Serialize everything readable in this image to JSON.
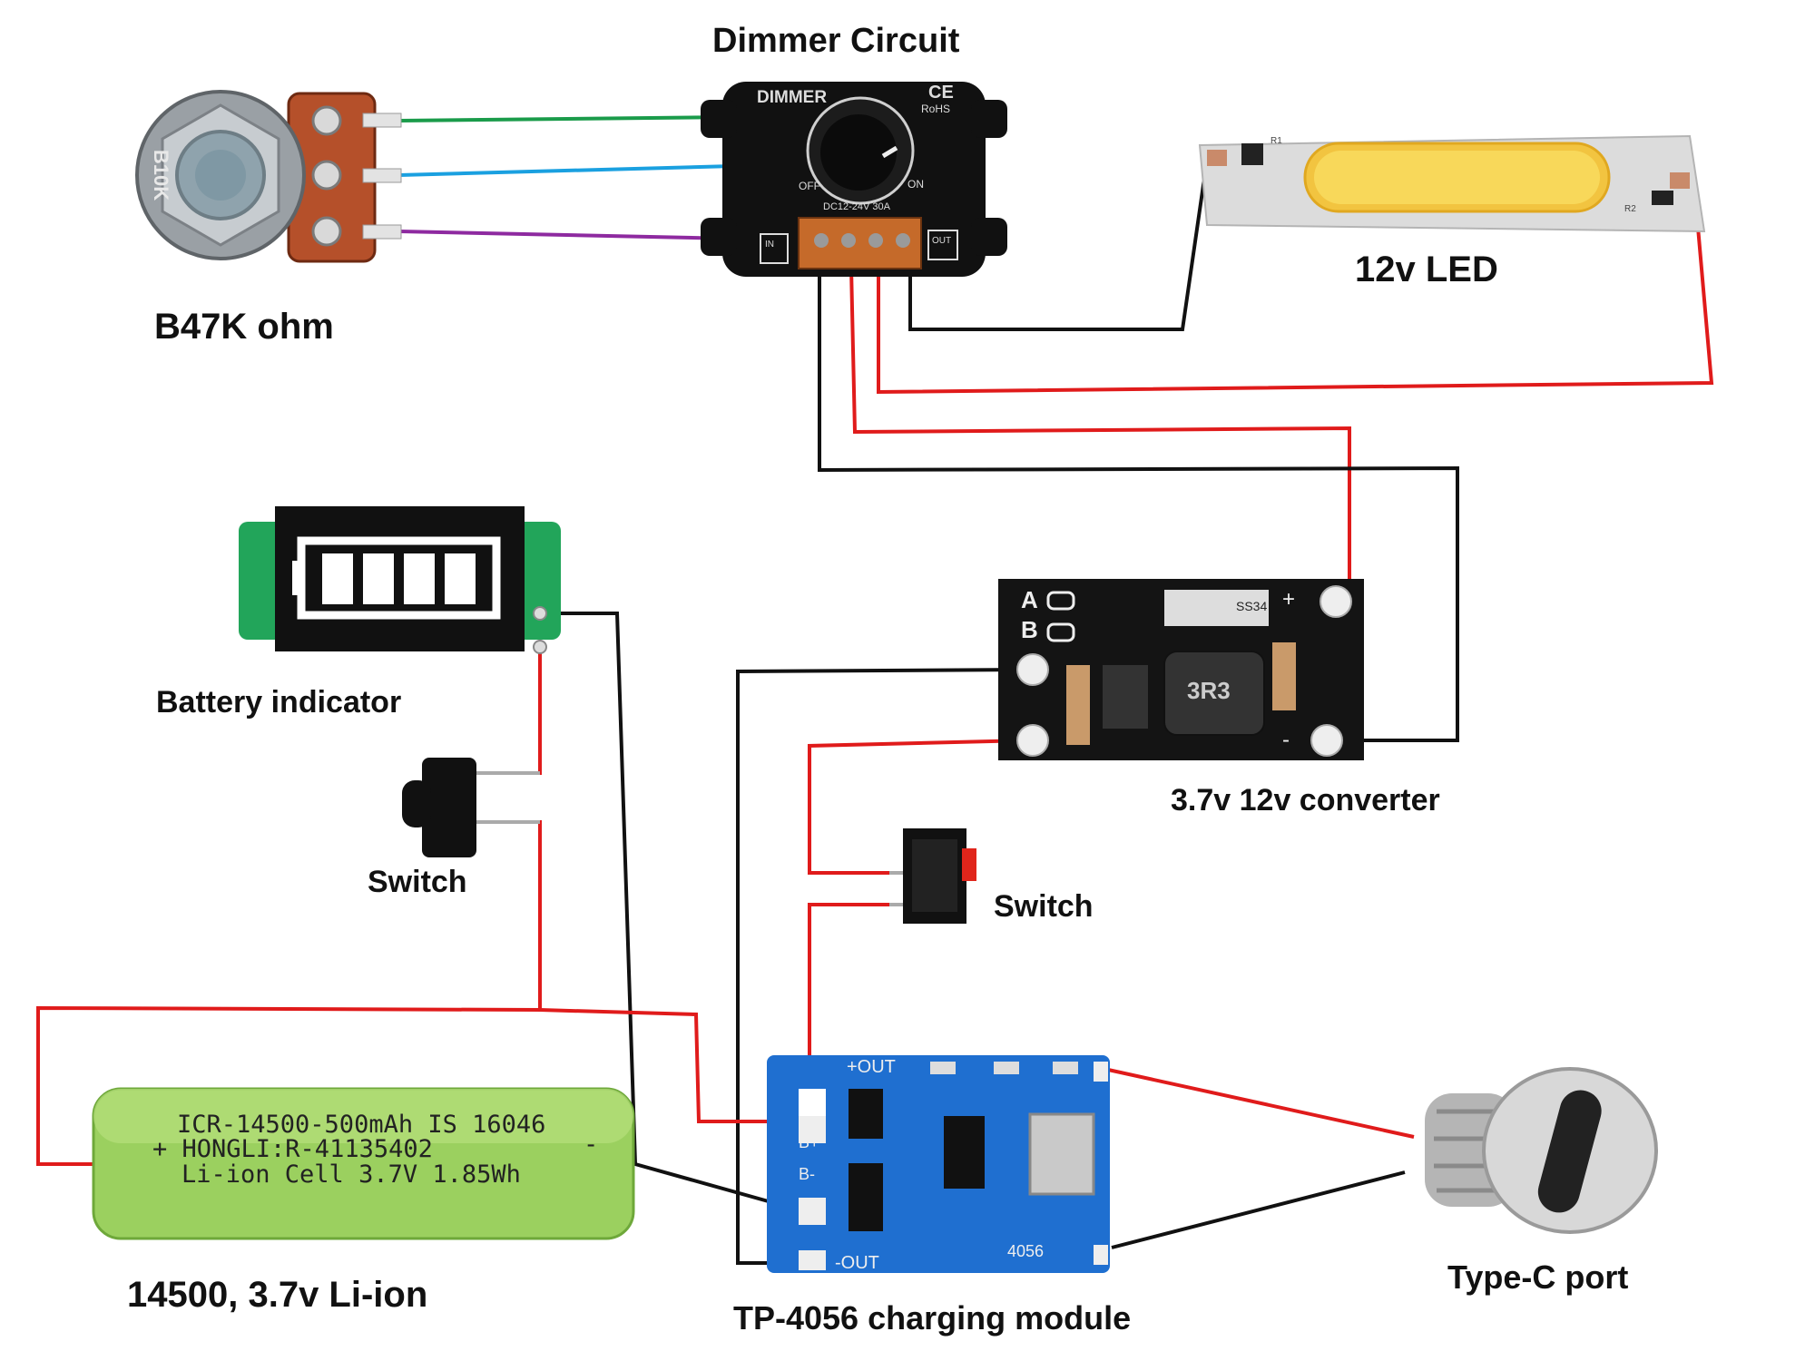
{
  "labels": {
    "dimmer": "Dimmer Circuit",
    "pot": "B47K ohm",
    "led": "12v LED",
    "battery_indicator": "Battery indicator",
    "switch_left": "Switch",
    "switch_right": "Switch",
    "converter": "3.7v 12v converter",
    "battery": "14500, 3.7v Li-ion",
    "charger": "TP-4056 charging module",
    "typec": "Type-C port"
  },
  "dimmer_module": {
    "brand": "DIMMER",
    "ce": "CE",
    "rohs": "RoHS",
    "off": "OFF",
    "on": "ON",
    "rating": "DC12-24V  30A",
    "in": "IN",
    "out": "OUT"
  },
  "pot_body": {
    "marking": "B10K"
  },
  "led_board": {
    "r1": "R1",
    "r2": "R2"
  },
  "battery_cell": {
    "line1": "ICR-14500-500mAh IS 16046",
    "line2": "+ HONGLI:R-41135402",
    "line3": "Li-ion Cell 3.7V 1.85Wh",
    "minus": "-"
  },
  "converter_board": {
    "a": "A",
    "b": "B",
    "plus": "+",
    "minus": "-",
    "inductor": "3R3",
    "diode": "SS34"
  },
  "charger_board": {
    "out_plus": "+OUT",
    "out_minus": "-OUT",
    "b_plus": "B+",
    "b_minus": "B-",
    "chip": "4056"
  },
  "wire_colors": {
    "pot_a": "#1a9b4a",
    "pot_b": "#1aa0e0",
    "pot_c": "#8e2aa0",
    "positive": "#e01b1b",
    "negative": "#111111"
  }
}
